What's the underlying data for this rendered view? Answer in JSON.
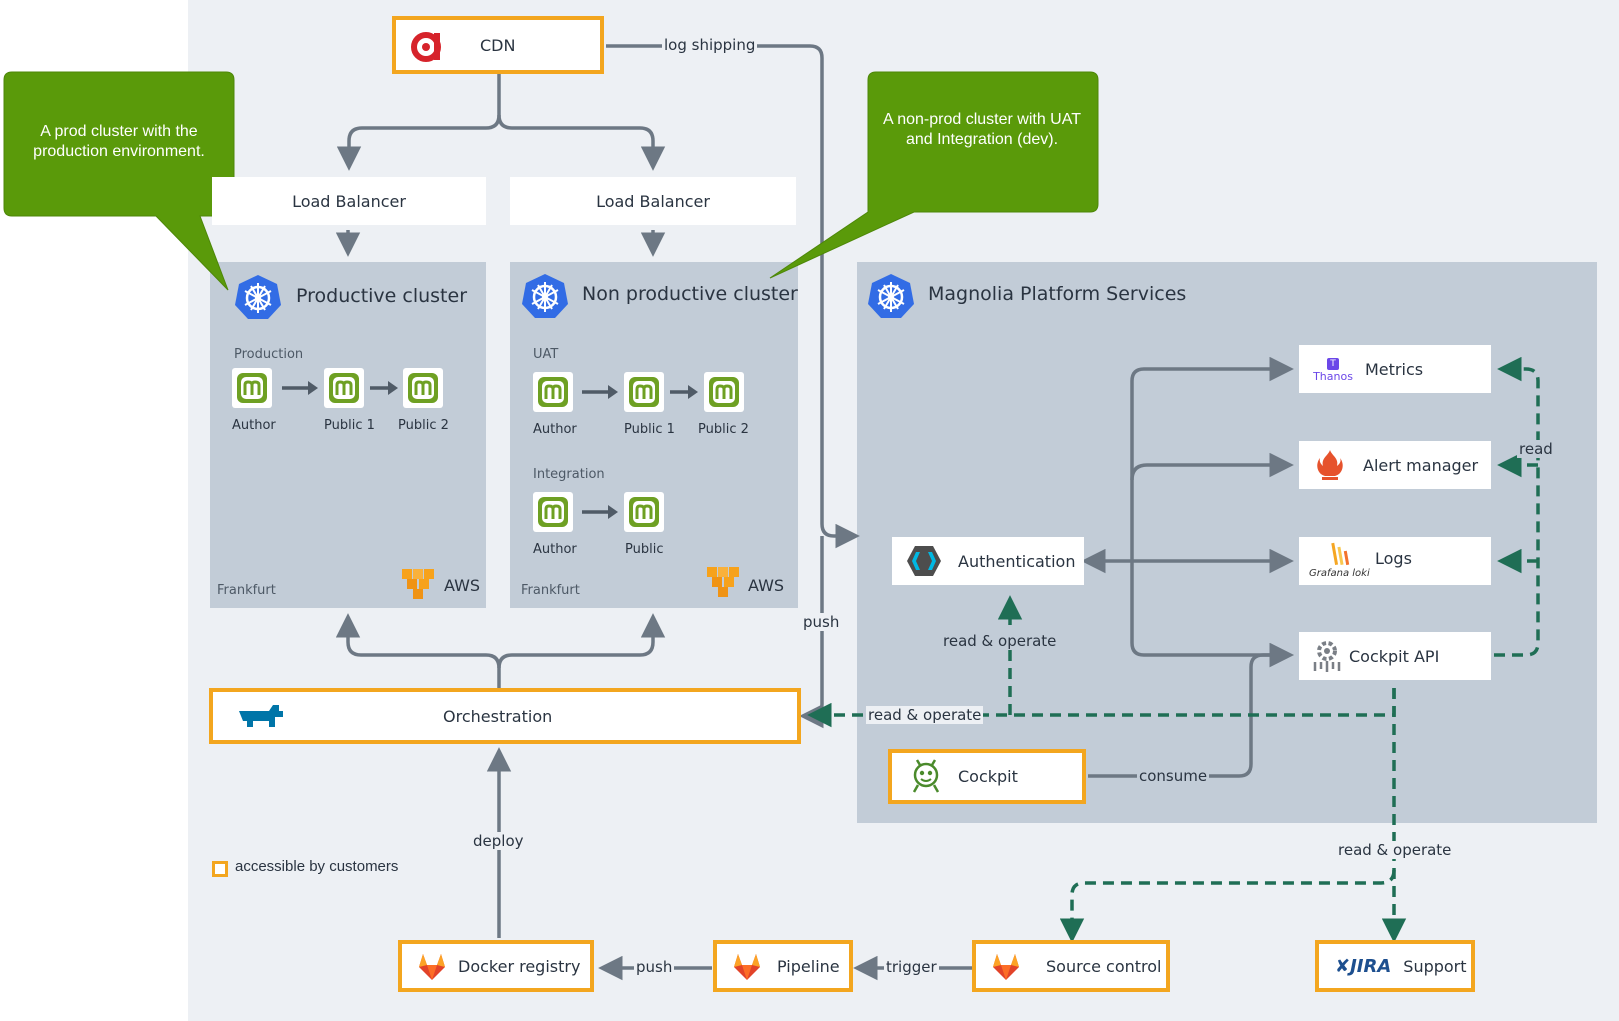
{
  "callouts": {
    "prod": "A prod cluster with the production environment.",
    "nonprod": "A non-prod cluster with UAT and Integration (dev)."
  },
  "cdn": {
    "label": "CDN",
    "log_edge": "log shipping"
  },
  "load_balancer": {
    "left": "Load Balancer",
    "right": "Load Balancer"
  },
  "prod_cluster": {
    "title": "Productive cluster",
    "env": "Production",
    "nodes": [
      "Author",
      "Public 1",
      "Public 2"
    ],
    "region": "Frankfurt",
    "provider": "AWS"
  },
  "nonprod_cluster": {
    "title": "Non productive cluster",
    "uat": {
      "env": "UAT",
      "nodes": [
        "Author",
        "Public 1",
        "Public 2"
      ]
    },
    "integration": {
      "env": "Integration",
      "nodes": [
        "Author",
        "Public"
      ]
    },
    "region": "Frankfurt",
    "provider": "AWS"
  },
  "platform": {
    "title": "Magnolia Platform Services",
    "authentication": "Authentication",
    "metrics": {
      "label": "Metrics",
      "brand": "Thanos"
    },
    "alert_manager": "Alert manager",
    "logs": {
      "label": "Logs",
      "brand": "Grafana loki"
    },
    "cockpit_api": "Cockpit API",
    "cockpit": "Cockpit"
  },
  "orchestration": "Orchestration",
  "edges": {
    "push_vertical": "push",
    "read": "read",
    "read_operate_auth": "read & operate",
    "read_operate_orch": "read & operate",
    "read_operate_support": "read & operate",
    "consume": "consume",
    "deploy": "deploy",
    "push_bottom": "push",
    "trigger": "trigger"
  },
  "bottom": {
    "docker_registry": "Docker registry",
    "pipeline": "Pipeline",
    "source_control": "Source control",
    "jira_brand": "JIRA",
    "support": "Support"
  },
  "legend": {
    "text": "accessible by customers"
  },
  "colors": {
    "customer_border": "#f3a61f",
    "panel": "#c2ccd7",
    "callout": "#5a9a0a",
    "dashed": "#1f6e55",
    "arrow": "#6d7884",
    "k8s": "#326ce5",
    "magnolia": "#6ea023"
  }
}
